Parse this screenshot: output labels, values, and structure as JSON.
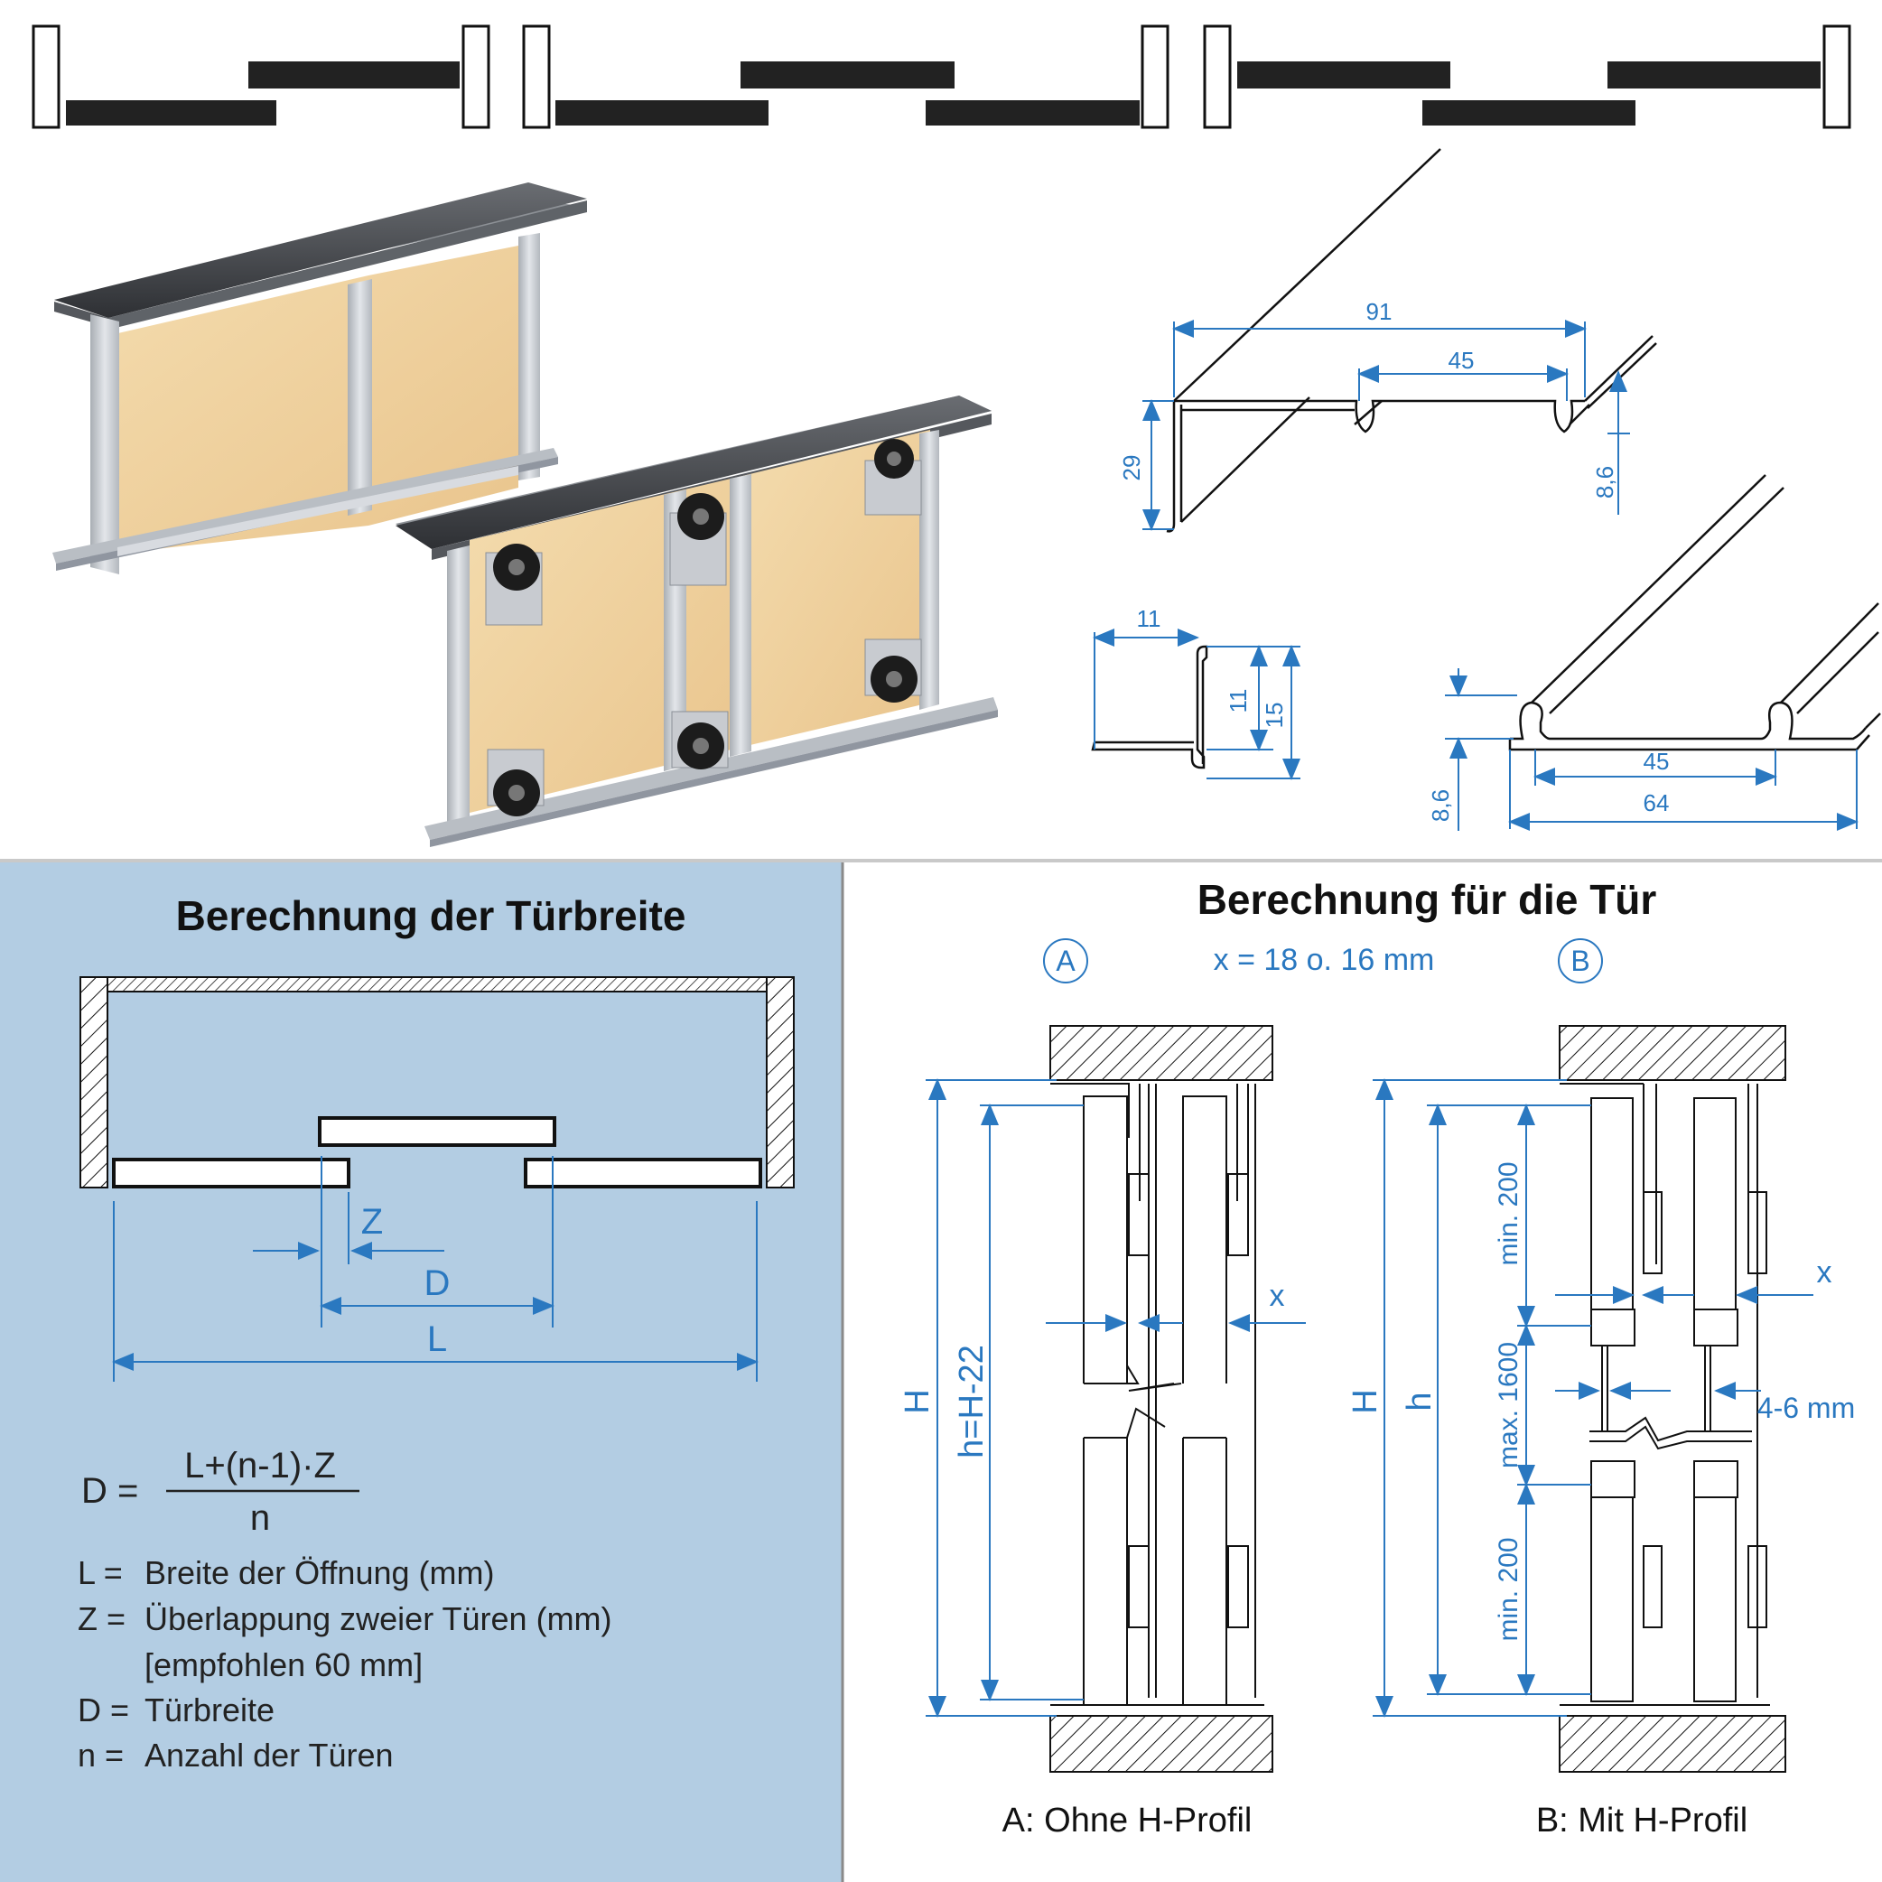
{
  "colors": {
    "dimension_blue": "#2a78c0",
    "panel_background": "#b3cde3",
    "line_black": "#111111",
    "wood": "#efcf9f",
    "aluminium": "#c7cbd0",
    "dark_profile": "#3a3a3a"
  },
  "top_profiles": {
    "dim_91": "91",
    "dim_45_top": "45",
    "dim_29": "29",
    "dim_8_6_top": "8,6",
    "dim_11_width": "11",
    "dim_11_height": "11",
    "dim_15": "15",
    "dim_45_bottom": "45",
    "dim_64": "64",
    "dim_8_6_bottom": "8,6"
  },
  "left_panel": {
    "title": "Berechnung der Türbreite",
    "label_z": "Z",
    "label_d": "D",
    "label_l": "L",
    "formula": {
      "lhs": "D =",
      "numerator": "L+(n-1)·Z",
      "denominator": "n"
    },
    "legend": [
      {
        "key": "L =",
        "text": "Breite der Öffnung (mm)"
      },
      {
        "key": "Z =",
        "text": "Überlappung zweier Türen (mm)"
      },
      {
        "key": "",
        "text": "[empfohlen 60 mm]"
      },
      {
        "key": "D =",
        "text": "Türbreite"
      },
      {
        "key": "n =",
        "text": "Anzahl der Türen"
      }
    ]
  },
  "right_panel": {
    "title": "Berechnung für die Tür",
    "circle_a": "A",
    "circle_b": "B",
    "x_note": "x = 18  o. 16 mm",
    "a": {
      "label_H": "H",
      "label_h": "h=H-22",
      "label_x": "x",
      "caption": "A: Ohne H-Profil"
    },
    "b": {
      "label_H": "H",
      "label_h": "h",
      "min200_top": "min. 200",
      "max1600": "max. 1600",
      "min200_bottom": "min. 200",
      "label_x": "x",
      "gap": "4-6 mm",
      "caption": "B: Mit H-Profil"
    }
  }
}
